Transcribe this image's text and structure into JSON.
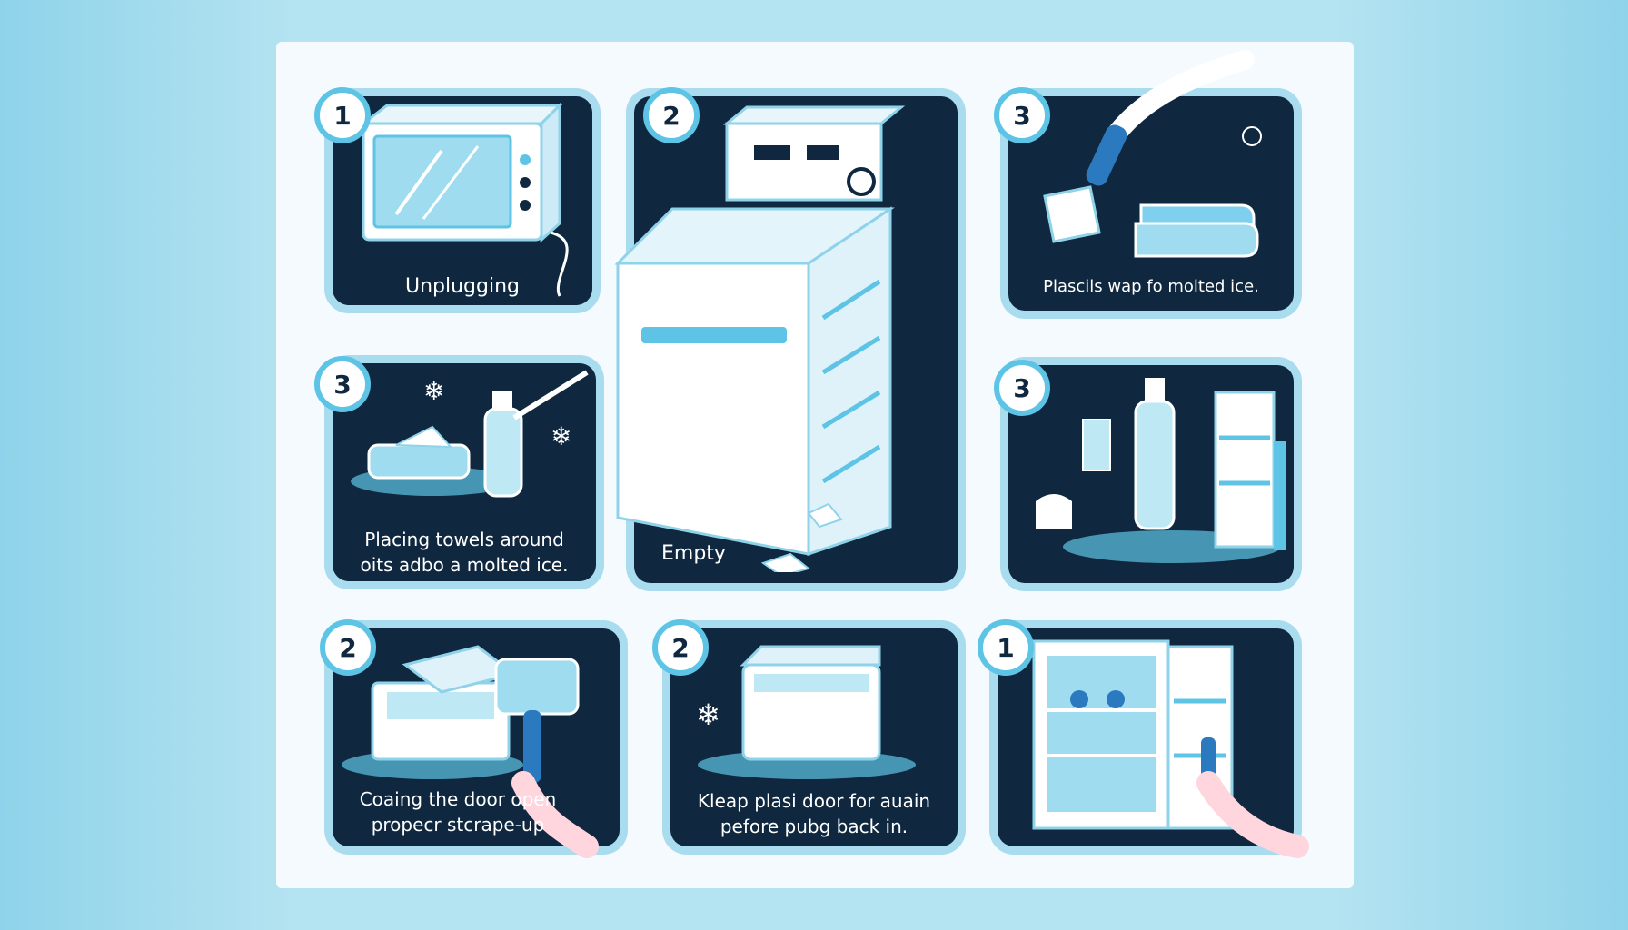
{
  "panels": [
    {
      "number": "1",
      "caption": "Unplugging"
    },
    {
      "number": "2",
      "caption": "Empty"
    },
    {
      "number": "3",
      "caption": "Plascils wap fo molted ice."
    },
    {
      "number": "3",
      "caption_line1": "Placing towels around",
      "caption_line2": "oits adbo a molted ice."
    },
    {
      "number": "3",
      "caption": ""
    },
    {
      "number": "2",
      "caption_line1": "Coaing the door open",
      "caption_line2": "propecr stcrape-up"
    },
    {
      "number": "2",
      "caption_line1": "Kleap plasi door for auain",
      "caption_line2": "pefore pubg back in."
    },
    {
      "number": "1",
      "caption": ""
    }
  ],
  "colors": {
    "panel": "#10283f",
    "accent": "#5ec4e6",
    "frame": "#a9dcef",
    "background": "#b4e3f1"
  }
}
